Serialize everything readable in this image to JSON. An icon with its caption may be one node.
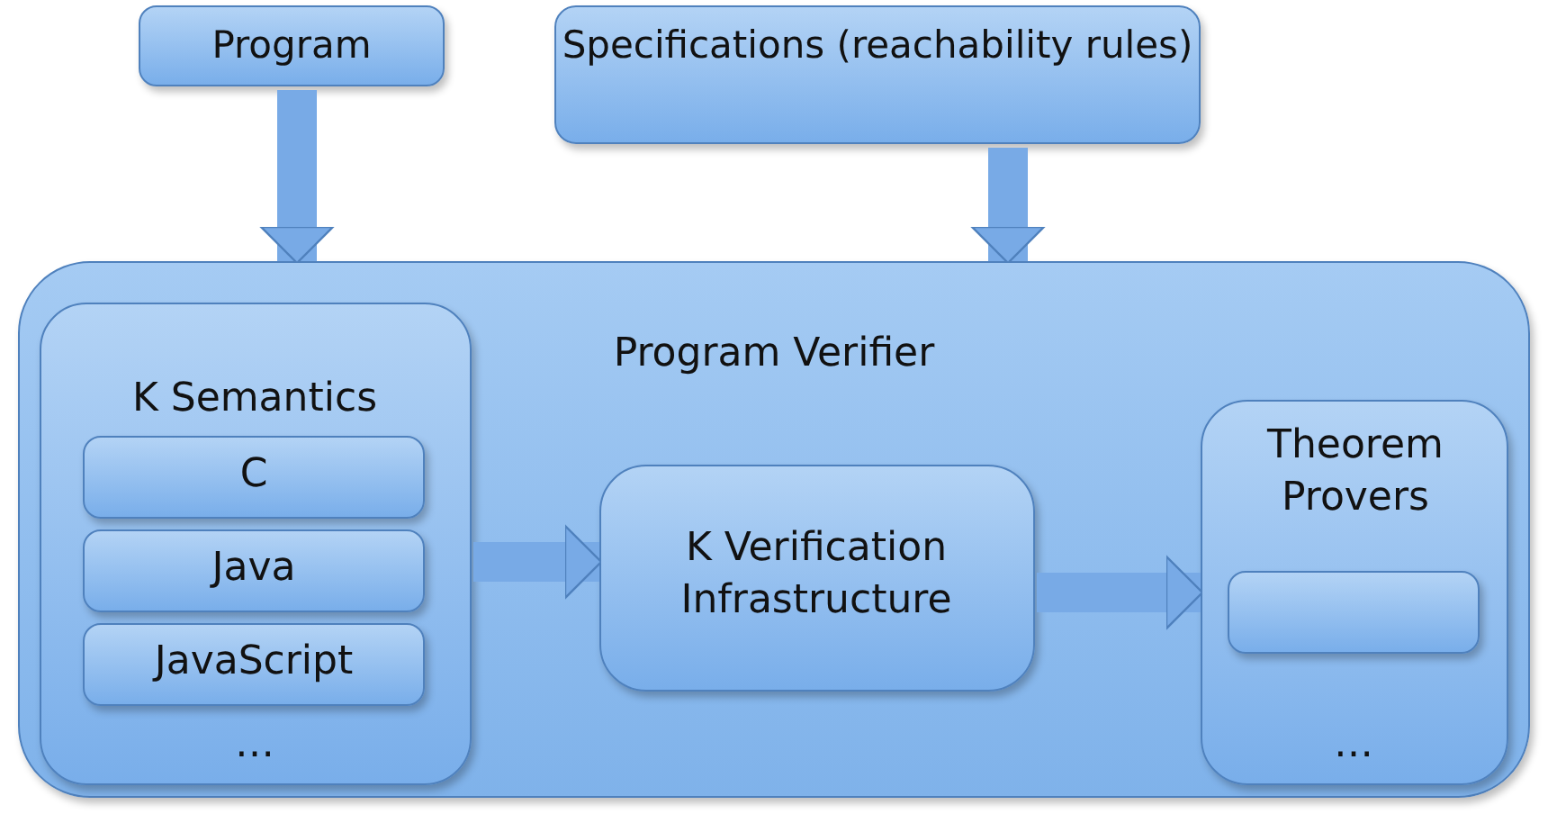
{
  "diagram": {
    "nodes": [
      {
        "text": [
          "Program"
        ]
      },
      {
        "text": [
          "Specifications (reachability rules)"
        ]
      },
      {
        "text": [
          "Program Verifier"
        ]
      },
      {
        "text": [
          "K Semantics",
          "…"
        ],
        "in": 2
      },
      {
        "text": [
          "C"
        ],
        "in": 3
      },
      {
        "text": [
          "Java"
        ],
        "in": 3
      },
      {
        "text": [
          "JavaScript"
        ],
        "in": 3
      },
      {
        "text": [
          "K Verification Infrastructure"
        ],
        "in": 2
      },
      {
        "text": [
          "Theorem Provers",
          "…"
        ],
        "in": 2
      },
      {
        "text": [],
        "shape": "box",
        "in": 8
      }
    ],
    "edges": [
      {
        "from": 0,
        "to": 2,
        "arrow": "to"
      },
      {
        "from": 1,
        "to": 2,
        "arrow": "to"
      },
      {
        "from": 3,
        "to": 7,
        "arrow": "to"
      },
      {
        "from": 7,
        "to": 8,
        "arrow": "to"
      }
    ]
  }
}
